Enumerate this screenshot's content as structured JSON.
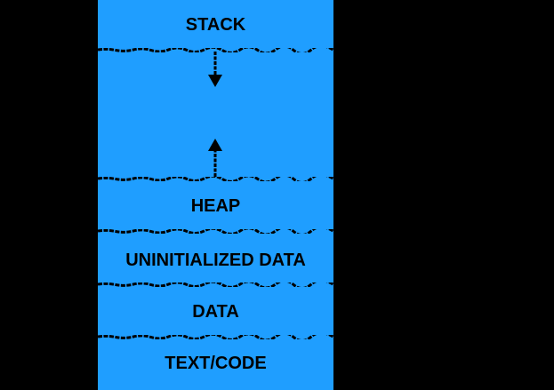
{
  "diagram": {
    "segments": [
      {
        "label": "STACK"
      },
      {
        "label": "HEAP"
      },
      {
        "label": "UNINITIALIZED DATA"
      },
      {
        "label": "DATA"
      },
      {
        "label": "TEXT/CODE"
      }
    ],
    "arrows": [
      {
        "from": "stack",
        "direction": "down"
      },
      {
        "from": "heap",
        "direction": "up"
      }
    ],
    "colors": {
      "background": "#000000",
      "segment_fill": "#1f9eff",
      "text_and_lines": "#000000"
    }
  }
}
